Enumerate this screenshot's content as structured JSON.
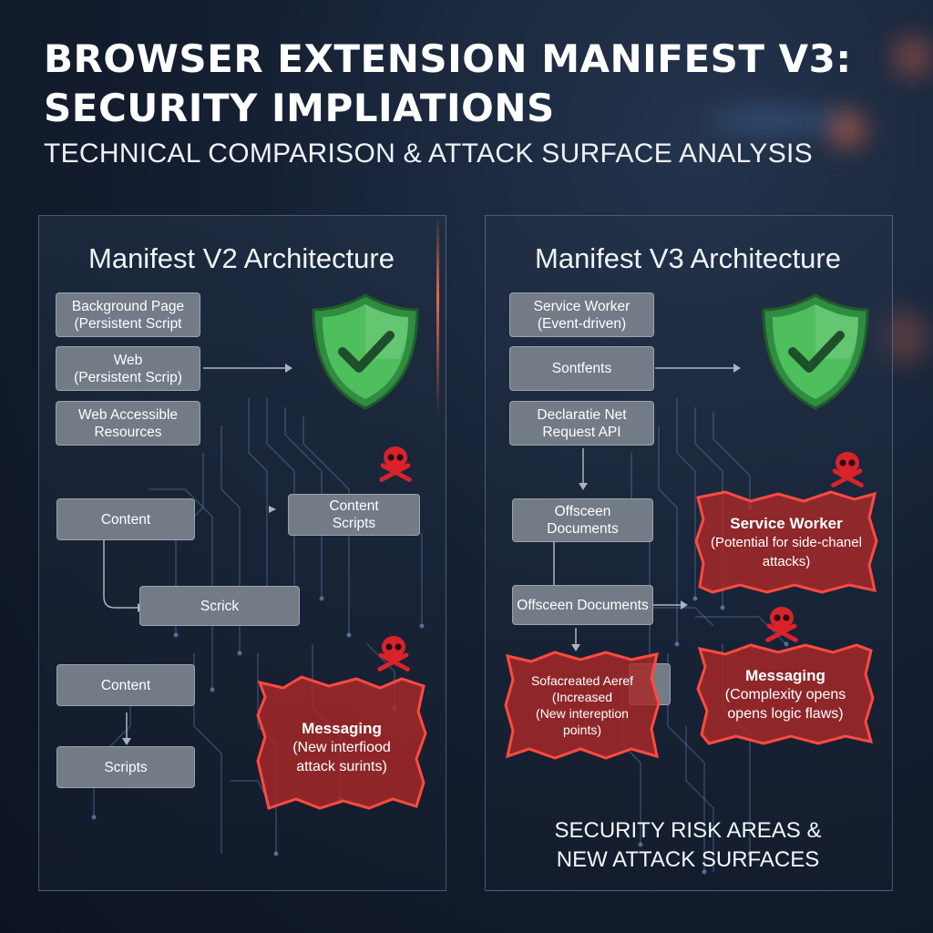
{
  "header": {
    "title_line1": "BROWSER EXTENSION MANIFEST V3:",
    "title_line2": "SECURITY IMPLIATIONS",
    "subtitle": "TECHNICAL COMPARISON & ATTACK SURFACE ANALYSIS"
  },
  "v2": {
    "title": "Manifest V2 Architecture",
    "boxes": {
      "background_page": [
        "Background Page",
        "(Persistent Script"
      ],
      "web": [
        "Web",
        "(Persistent Scrip)"
      ],
      "war": [
        "Web Accessible",
        "Resources"
      ],
      "content1": "Content",
      "content_scripts": [
        "Content",
        "Scripts"
      ],
      "scrick": "Scrick",
      "content2": "Content",
      "scripts": "Scripts"
    },
    "risk_messaging": {
      "title": "Messaging",
      "line1": "(New interfiood",
      "line2": "attack surints)"
    }
  },
  "v3": {
    "title": "Manifest V3 Architecture",
    "boxes": {
      "service_worker": [
        "Service Worker",
        "(Event-driven)"
      ],
      "sontfents": "Sontfents",
      "dnr": [
        "Declaratie Net",
        "Request API"
      ],
      "offscreen1": [
        "Offsceen",
        "Documents"
      ],
      "offscreen2": "Offsceen Documents"
    },
    "risk_service_worker": {
      "title": "Service Worker",
      "line1": "(Potential for side-chanel",
      "line2": "attacks)"
    },
    "risk_surface": {
      "title": "Sofacreated Aeref",
      "line1": "(Increased",
      "line2": "(New intereption",
      "line3": "points)"
    },
    "risk_messaging": {
      "title": "Messaging",
      "line1": "(Complexity opens",
      "line2": "opens logic flaws)"
    },
    "caption": [
      "SECURITY RISK AREAS &",
      "NEW ATTACK SURFACES"
    ]
  },
  "colors": {
    "background": "#152033",
    "box_fill": "#727b86",
    "shield_green": "#3fae4f",
    "risk_red": "#b8332f",
    "skull_red": "#d8232c",
    "accent_orange": "#ff6a3d"
  },
  "icons": [
    "shield-check-icon",
    "skull-crossbones-icon"
  ]
}
